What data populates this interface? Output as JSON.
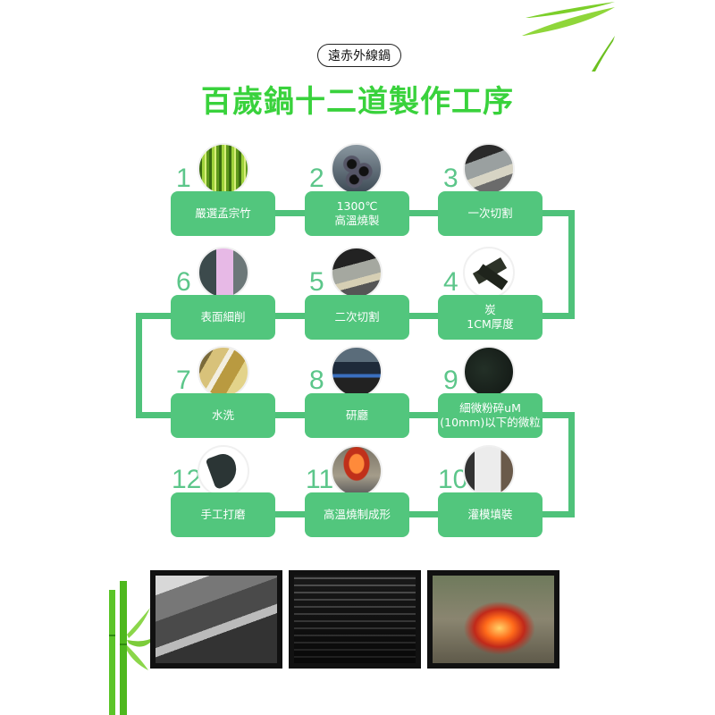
{
  "header": {
    "badge": "遠赤外線鍋",
    "title": "百歲鍋十二道製作工序"
  },
  "colors": {
    "title_green": "#39d23c",
    "box_green": "#52c67d",
    "number_green": "#5cc68a",
    "connector_green": "#4fc27a"
  },
  "steps": [
    {
      "num": "1",
      "line1": "嚴選孟宗竹",
      "line2": "",
      "image": "green-bamboo-stalks"
    },
    {
      "num": "2",
      "line1": "1300℃",
      "line2": "高溫燒製",
      "image": "bamboo-charcoal-tubes"
    },
    {
      "num": "3",
      "line1": "一次切割",
      "line2": "",
      "image": "cutting-machine"
    },
    {
      "num": "4",
      "line1": "炭",
      "line2": "1CM厚度",
      "image": "charcoal-slabs"
    },
    {
      "num": "5",
      "line1": "二次切割",
      "line2": "",
      "image": "cutting-machine-2"
    },
    {
      "num": "6",
      "line1": "表面細削",
      "line2": "",
      "image": "surface-grinding"
    },
    {
      "num": "7",
      "line1": "水洗",
      "line2": "",
      "image": "water-washing"
    },
    {
      "num": "8",
      "line1": "研廳",
      "line2": "",
      "image": "grinding-equipment"
    },
    {
      "num": "9",
      "line1": "細微粉碎uM",
      "line2": "(10mm)以下的微粒",
      "image": "fine-charcoal-powder"
    },
    {
      "num": "10",
      "line1": "灌模填裝",
      "line2": "",
      "image": "mold-filling"
    },
    {
      "num": "11",
      "line1": "高溫燒制成形",
      "line2": "",
      "image": "kiln-firing"
    },
    {
      "num": "12",
      "line1": "手工打磨",
      "line2": "",
      "image": "finished-pot"
    }
  ],
  "photos": [
    {
      "name": "factory-workshop-photo",
      "desc": "black-and-white factory workshop"
    },
    {
      "name": "drying-racks-photo",
      "desc": "black-and-white drying racks"
    },
    {
      "name": "kiln-fire-photo",
      "desc": "kiln with fire"
    }
  ]
}
